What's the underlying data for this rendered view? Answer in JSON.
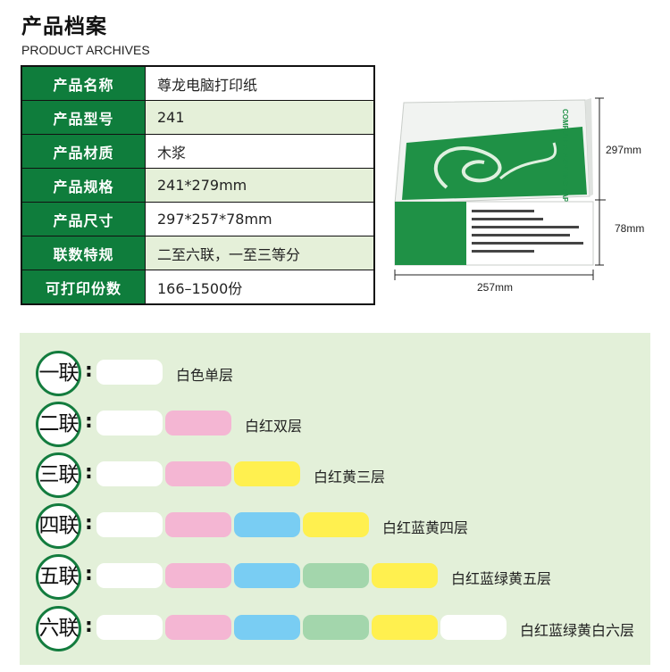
{
  "header": {
    "title_cn": "产品档案",
    "title_en": "PRODUCT ARCHIVES"
  },
  "specs": [
    {
      "label": "产品名称",
      "value": "尊龙电脑打印纸"
    },
    {
      "label": "产品型号",
      "value": "241"
    },
    {
      "label": "产品材质",
      "value": "木浆"
    },
    {
      "label": "产品规格",
      "value": "241*279mm"
    },
    {
      "label": "产品尺寸",
      "value": "297*257*78mm"
    },
    {
      "label": "联数特规",
      "value": "二至六联，一至三等分"
    },
    {
      "label": "可打印份数",
      "value": "166–1500份"
    }
  ],
  "product_image": {
    "dimension_height": "297mm",
    "dimension_depth": "78mm",
    "dimension_width": "257mm",
    "box_brand": "COMPUTER PRINTING PAPER"
  },
  "layer_colors": {
    "white": "#ffffff",
    "red": "#f4b6d3",
    "yellow": "#fff04f",
    "blue": "#79cdf3",
    "green": "#a3d6ac"
  },
  "ply_rows": [
    {
      "badge": "一联",
      "colon": ":",
      "label": "白色单层",
      "layers": [
        "white"
      ]
    },
    {
      "badge": "二联",
      "colon": ":",
      "label": "白红双层",
      "layers": [
        "white",
        "red"
      ]
    },
    {
      "badge": "三联",
      "colon": ":",
      "label": "白红黄三层",
      "layers": [
        "white",
        "red",
        "yellow"
      ]
    },
    {
      "badge": "四联",
      "colon": ":",
      "label": "白红蓝黄四层",
      "layers": [
        "white",
        "red",
        "blue",
        "yellow"
      ]
    },
    {
      "badge": "五联",
      "colon": ":",
      "label": "白红蓝绿黄五层",
      "layers": [
        "white",
        "red",
        "blue",
        "green",
        "yellow"
      ]
    },
    {
      "badge": "六联",
      "colon": ":",
      "label": "白红蓝绿黄白六层",
      "layers": [
        "white",
        "red",
        "blue",
        "green",
        "yellow",
        "white"
      ]
    }
  ]
}
